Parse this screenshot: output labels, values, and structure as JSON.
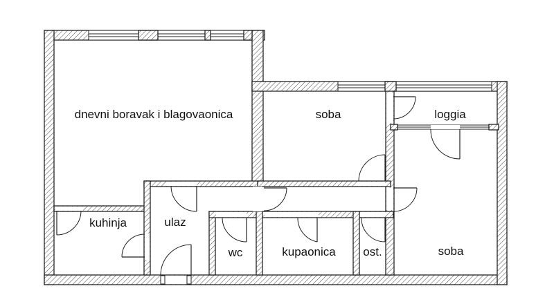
{
  "rooms": {
    "living": "dnevni boravak i blagovaonica",
    "bedroom_top": "soba",
    "loggia": "loggia",
    "kitchen": "kuhinja",
    "entrance": "ulaz",
    "wc": "wc",
    "bathroom": "kupaonica",
    "storage": "ost.",
    "bedroom_bottom": "soba"
  },
  "colors": {
    "wall_outline": "#222222",
    "hatch": "#555555",
    "background": "#ffffff"
  }
}
